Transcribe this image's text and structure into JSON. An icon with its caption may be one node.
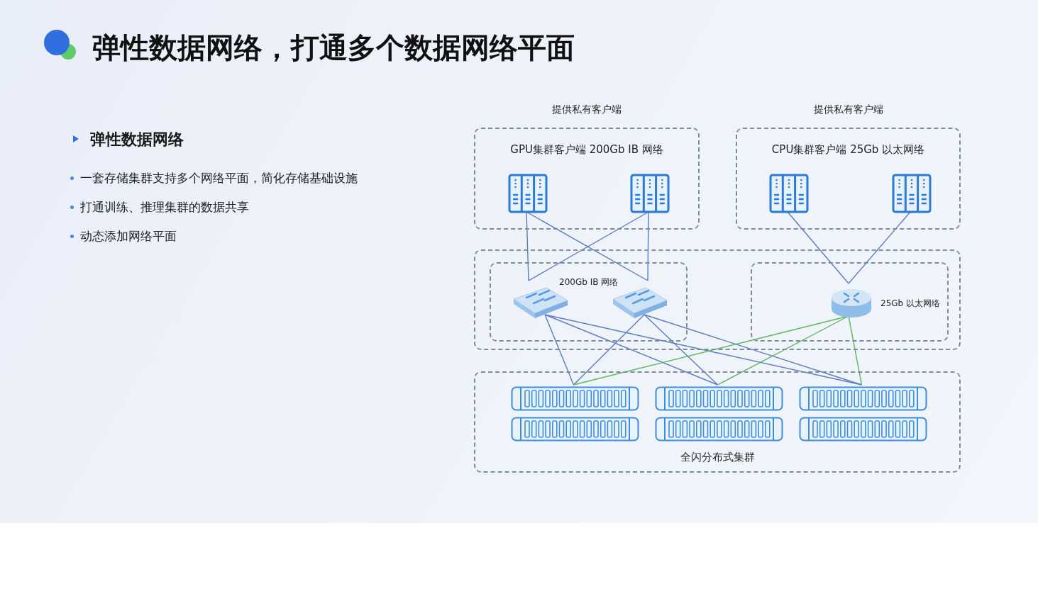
{
  "diagram": {
    "title": "弹性数据网络，打通多个数据网络平面",
    "nodes": [
      {
        "text": [
          "GPU集群客户端 200Gb IB 网络"
        ],
        "beside": [
          "提供私有客户端"
        ]
      },
      {
        "text": [
          "CPU集群客户端 25Gb 以太网络"
        ],
        "beside": [
          "提供私有客户端"
        ]
      },
      {
        "text": [],
        "shape": "server",
        "in": 0
      },
      {
        "text": [],
        "shape": "server",
        "in": 0
      },
      {
        "text": [],
        "shape": "server",
        "in": 1
      },
      {
        "text": [],
        "shape": "server",
        "in": 1
      },
      {
        "text": [],
        "shape": "box"
      },
      {
        "text": [
          "200Gb IB 网络"
        ],
        "in": 6
      },
      {
        "text": [
          "25Gb 以太网络"
        ],
        "in": 6
      },
      {
        "text": [],
        "shape": "switch",
        "in": 7
      },
      {
        "text": [],
        "shape": "switch",
        "in": 7
      },
      {
        "text": [],
        "shape": "router",
        "in": 8
      },
      {
        "text": [
          "全闪分布式集群"
        ]
      },
      {
        "text": [],
        "shape": "storage",
        "in": 12
      },
      {
        "text": [],
        "shape": "storage",
        "in": 12
      },
      {
        "text": [],
        "shape": "storage",
        "in": 12
      },
      {
        "text": [],
        "shape": "storage",
        "in": 12
      },
      {
        "text": [],
        "shape": "storage",
        "in": 12
      },
      {
        "text": [],
        "shape": "storage",
        "in": 12
      }
    ],
    "edges": [
      {
        "from": 2,
        "to": 9,
        "arrow": "none"
      },
      {
        "from": 2,
        "to": 10,
        "arrow": "none"
      },
      {
        "from": 3,
        "to": 9,
        "arrow": "none"
      },
      {
        "from": 3,
        "to": 10,
        "arrow": "none"
      },
      {
        "from": 4,
        "to": 11,
        "arrow": "none"
      },
      {
        "from": 5,
        "to": 11,
        "arrow": "none"
      },
      {
        "from": 9,
        "to": 13,
        "arrow": "none"
      },
      {
        "from": 9,
        "to": 14,
        "arrow": "none"
      },
      {
        "from": 9,
        "to": 15,
        "arrow": "none"
      },
      {
        "from": 10,
        "to": 13,
        "arrow": "none"
      },
      {
        "from": 10,
        "to": 14,
        "arrow": "none"
      },
      {
        "from": 10,
        "to": 15,
        "arrow": "none"
      },
      {
        "from": 11,
        "to": 13,
        "arrow": "none",
        "color": "#5cb85c"
      },
      {
        "from": 11,
        "to": 14,
        "arrow": "none",
        "color": "#5cb85c"
      },
      {
        "from": 11,
        "to": 15,
        "arrow": "none",
        "color": "#5cb85c"
      }
    ],
    "labels": [
      "弹性数据网络",
      "一套存储集群支持多个网络平面，简化存储基础设施",
      "打通训练、推理集群的数据共享",
      "动态添加网络平面"
    ]
  }
}
